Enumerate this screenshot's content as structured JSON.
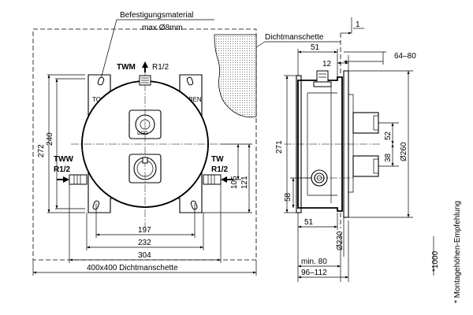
{
  "front_view": {
    "fixing_material": "Befestigungsmaterial",
    "fixing_size": "max Ø8mm",
    "twm_label": "TWM",
    "twm_thread": "R1/2",
    "tww_label": "TWW",
    "tww_thread": "R1/2",
    "tw_label": "TW",
    "tw_thread": "R1/2",
    "top_label": "TOP",
    "oben_label": "OBEN",
    "dims": {
      "width_197": "197",
      "width_232": "232",
      "width_304": "304",
      "sleeve_400": "400x400  Dichtmanschette",
      "height_272": "272",
      "height_240": "240",
      "height_121": "121",
      "height_105": "105"
    }
  },
  "side_view": {
    "sleeve_label": "Dichtmanschette",
    "dims": {
      "d1": "1",
      "d51_top": "51",
      "d12": "12",
      "d64_80": "64–80",
      "d271": "271",
      "d52": "52",
      "d38": "38",
      "d260": "Ø260",
      "d58": "58",
      "d51_bottom": "51",
      "d230": "Ø230",
      "min80": "min. 80",
      "d96_112": "96–112"
    }
  },
  "footnote": {
    "value": "*1000",
    "text": "* Montagehöhen-Empfehlung"
  }
}
